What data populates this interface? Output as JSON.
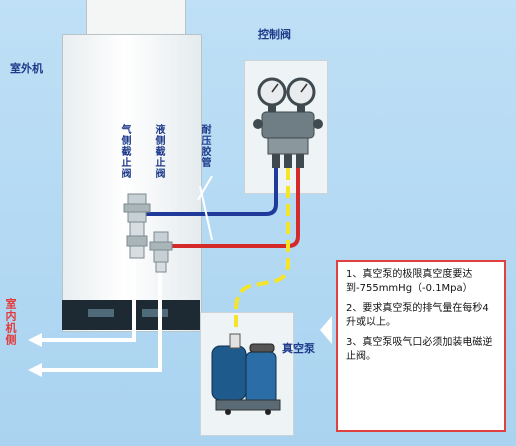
{
  "labels": {
    "outdoor_unit": "室外机",
    "control_valve": "控制阀",
    "gas_side_valve": "气侧截止阀",
    "liquid_side_valve": "液侧截止阀",
    "pressure_hose": "耐压胶管",
    "vacuum_pump": "真空泵",
    "indoor_side": "室内机侧"
  },
  "notes": [
    "1、真空泵的极限真空度要达到-755mmHg（-0.1Mpa）",
    "2、要求真空泵的排气量在每秒4升或以上。",
    "3、真空泵吸气口必须加装电磁逆止阀。"
  ],
  "colors": {
    "background": "#b3d8f2",
    "gas_pipe": "#1f3a9a",
    "liquid_pipe": "#d42a2a",
    "vacuum_hose": "#f4e52a",
    "indoor_pipe": "#ffffff",
    "label_text": "#1e3a8a",
    "indoor_label": "#e23b3b",
    "note_border": "#e04040"
  }
}
